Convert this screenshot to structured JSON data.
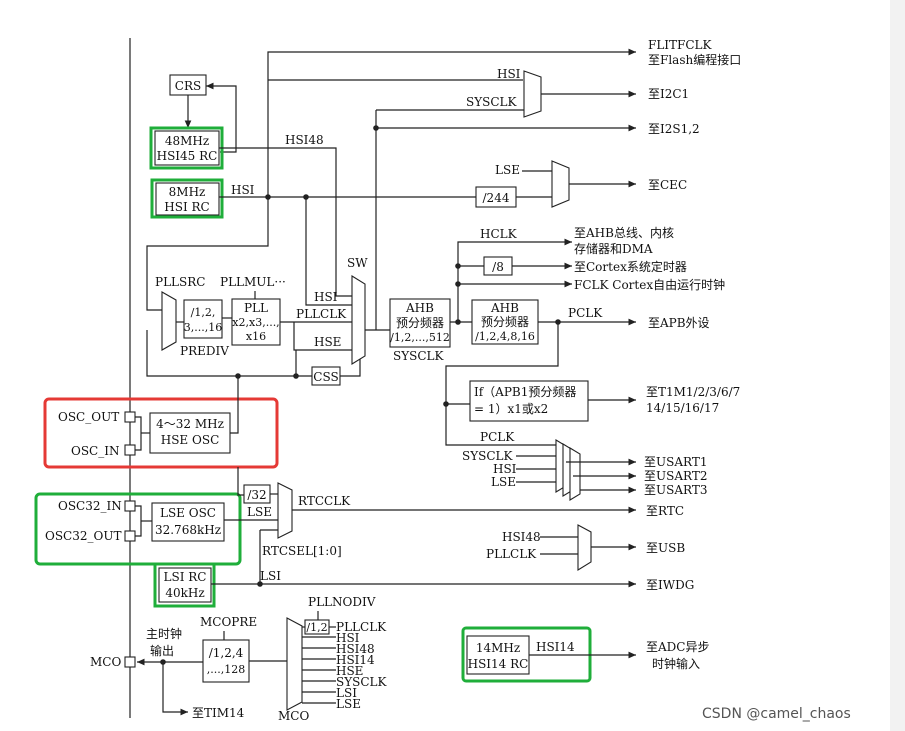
{
  "watermark": "CSDN @camel_chaos",
  "osc": {
    "crs": "CRS",
    "hsi48_l1": "48MHz",
    "hsi48_l2": "HSI45 RC",
    "hsi_l1": "8MHz",
    "hsi_l2": "HSI RC",
    "hse_l1": "4～32 MHz",
    "hse_l2": "HSE OSC",
    "lse_l1": "LSE OSC",
    "lse_l2": "32.768kHz",
    "lsi_l1": "LSI RC",
    "lsi_l2": "40kHz",
    "hsi14_l1": "14MHz",
    "hsi14_l2": "HSI14 RC"
  },
  "pins": {
    "osc_out": "OSC_OUT",
    "osc_in": "OSC_IN",
    "osc32_in": "OSC32_IN",
    "osc32_out": "OSC32_OUT",
    "mco": "MCO"
  },
  "signals": {
    "hsi": "HSI",
    "hsi48": "HSI48",
    "sysclk": "SYSCLK",
    "lse": "LSE",
    "hclk": "HCLK",
    "pclk": "PCLK",
    "hse": "HSE",
    "pllclk": "PLLCLK",
    "rtcclk": "RTCCLK",
    "lsi": "LSI",
    "hsi14": "HSI14",
    "sw": "SW",
    "css": "CSS",
    "pllsrc": "PLLSRC",
    "pllmul": "PLLMUL···",
    "prediv": "PREDIV",
    "prediv_box_l1": "/1,2,",
    "prediv_box_l2": "3,...,16",
    "pll_l1": "PLL",
    "pll_l2": "x2,x3,...,",
    "pll_l3": "x16",
    "ahb_l1": "AHB",
    "ahb_l2": "预分频器",
    "ahb_l3": "/1,2,...,512",
    "apb_l1": "AHB",
    "apb_l2": "预分频器",
    "apb_l3": "/1,2,4,8,16",
    "div244": "/244",
    "div8": "/8",
    "div32": "/32",
    "rtcsel": "RTCSEL[1:0]",
    "tim_l1": "If（APB1预分频器",
    "tim_l2": "= 1）x1或x2",
    "mco_main_l1": "主时钟",
    "mco_main_l2": "输出",
    "mcopre": "MCOPRE",
    "mcopre_l1": "/1,2,4",
    "mcopre_l2": ",...,128",
    "pllnodiv": "PLLNODIV",
    "mco_div": "/1,2",
    "mco_mux": "MCO",
    "mco_src": [
      "PLLCLK",
      "HSI",
      "HSI48",
      "HSI14",
      "HSE",
      "SYSCLK",
      "LSI",
      "LSE"
    ]
  },
  "outputs": {
    "flitfclk": "FLITFCLK",
    "flash": "至Flash编程接口",
    "i2c1": "至I2C1",
    "i2s": "至I2S1,2",
    "cec": "至CEC",
    "ahb_l1": "至AHB总线、内核",
    "ahb_l2": "存储器和DMA",
    "cortex_timer": "至Cortex系统定时器",
    "fclk": "FCLK Cortex自由运行时钟",
    "apb": "至APB外设",
    "tim_l1": "至T1M1/2/3/6/7",
    "tim_l2": "14/15/16/17",
    "usart1": "至USART1",
    "usart2": "至USART2",
    "usart3": "至USART3",
    "rtc": "至RTC",
    "usb": "至USB",
    "iwdg": "至IWDG",
    "tim14": "至TIM14",
    "adc_l1": "至ADC异步",
    "adc_l2": "时钟输入"
  }
}
